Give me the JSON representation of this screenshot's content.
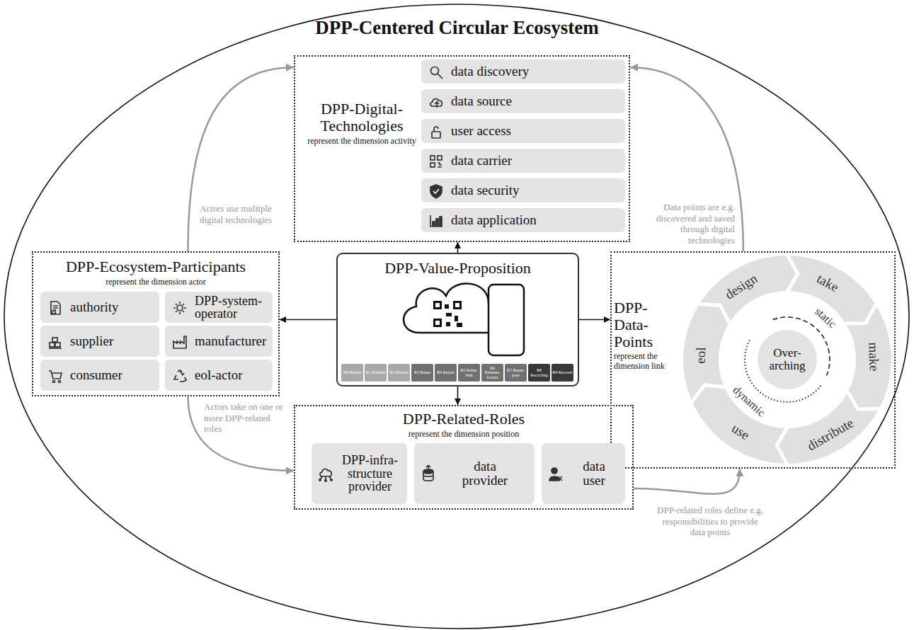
{
  "diagram": {
    "title": "DPP-Centered Circular Ecosystem",
    "nodes": [
      {
        "text": [
          "DPP-Digital-Technologies",
          "represent the dimension activity"
        ]
      },
      {
        "text": [
          "data discovery"
        ],
        "in": 0
      },
      {
        "text": [
          "data source"
        ],
        "in": 0
      },
      {
        "text": [
          "user access"
        ],
        "in": 0
      },
      {
        "text": [
          "data carrier"
        ],
        "in": 0
      },
      {
        "text": [
          "data security"
        ],
        "in": 0
      },
      {
        "text": [
          "data application"
        ],
        "in": 0
      },
      {
        "text": [
          "DPP-Ecosystem-Participants",
          "represent the dimension actor"
        ]
      },
      {
        "text": [
          "authority"
        ],
        "in": 7
      },
      {
        "text": [
          "DPP-system-operator"
        ],
        "in": 7
      },
      {
        "text": [
          "supplier"
        ],
        "in": 7
      },
      {
        "text": [
          "manufacturer"
        ],
        "in": 7
      },
      {
        "text": [
          "consumer"
        ],
        "in": 7
      },
      {
        "text": [
          "eol-actor"
        ],
        "in": 7
      },
      {
        "text": [
          "DPP-Value-Proposition"
        ]
      },
      {
        "text": [
          "R0 Refuse"
        ],
        "in": 14
      },
      {
        "text": [
          "R1 Rethink"
        ],
        "in": 14
      },
      {
        "text": [
          "R2 Reduce"
        ],
        "in": 14
      },
      {
        "text": [
          "R3 Reuse"
        ],
        "in": 14
      },
      {
        "text": [
          "R4 Repair"
        ],
        "in": 14
      },
      {
        "text": [
          "R5 Refur-bish"
        ],
        "in": 14
      },
      {
        "text": [
          "R6 Remanu-facture"
        ],
        "in": 14
      },
      {
        "text": [
          "R7 Repur-pose"
        ],
        "in": 14
      },
      {
        "text": [
          "R8 Recycling"
        ],
        "in": 14
      },
      {
        "text": [
          "R9 Recover"
        ],
        "in": 14
      },
      {
        "text": [
          "DPP-Data-Points",
          "represent the dimension link"
        ]
      },
      {
        "text": [
          "Over-arching"
        ],
        "in": 25
      },
      {
        "text": [
          "DPP-Related-Roles",
          "represent the dimension position"
        ]
      },
      {
        "text": [
          "DPP-infra-structure provider"
        ],
        "in": 27
      },
      {
        "text": [
          "data provider"
        ],
        "in": 27
      },
      {
        "text": [
          "data user"
        ],
        "in": 27
      }
    ],
    "edges": [
      {
        "from": 14,
        "to": 0,
        "arrow": "to"
      },
      {
        "from": 14,
        "to": 7,
        "arrow": "to"
      },
      {
        "from": 14,
        "to": 25,
        "arrow": "to"
      },
      {
        "from": 14,
        "to": 27,
        "arrow": "to"
      },
      {
        "from": 7,
        "to": 0,
        "label": "Actors use multiple digital technologies",
        "arrow": "to"
      },
      {
        "from": 25,
        "to": 0,
        "label": "Data points are e.g. discovered and saved through digital technologies",
        "arrow": "to"
      },
      {
        "from": 7,
        "to": 27,
        "label": "Actors take on one or more DPP-related roles",
        "arrow": "to"
      },
      {
        "from": 27,
        "to": 25,
        "label": "DPP-related roles define e.g. responsibilities to provide data points",
        "arrow": "to"
      }
    ],
    "labels": [
      "design",
      "take",
      "make",
      "distribute",
      "use",
      "eol",
      "static",
      "dynamic"
    ]
  }
}
